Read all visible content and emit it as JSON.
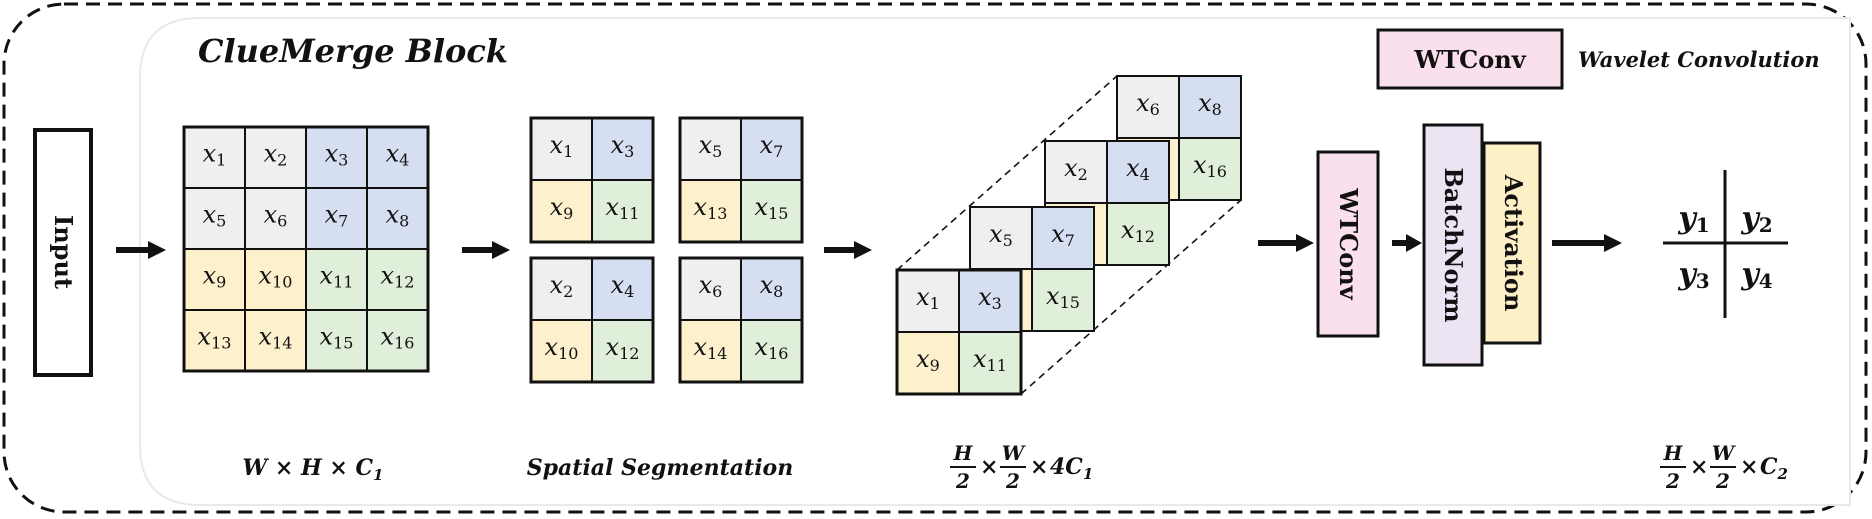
{
  "title": "ClueMerge Block",
  "legend": {
    "box_label": "WTConv",
    "description": "Wavelet Convolution"
  },
  "input_label": "Input",
  "grid_cells": [
    "x1",
    "x2",
    "x3",
    "x4",
    "x5",
    "x6",
    "x7",
    "x8",
    "x9",
    "x10",
    "x11",
    "x12",
    "x13",
    "x14",
    "x15",
    "x16"
  ],
  "groups": [
    {
      "name": "top-left",
      "cells": [
        1,
        3,
        9,
        11
      ]
    },
    {
      "name": "top-right",
      "cells": [
        5,
        7,
        13,
        15
      ]
    },
    {
      "name": "bottom-left",
      "cells": [
        2,
        4,
        10,
        12
      ]
    },
    {
      "name": "bottom-right",
      "cells": [
        6,
        8,
        14,
        16
      ]
    }
  ],
  "stack_front": [
    1,
    3,
    9,
    11
  ],
  "stack_layers": [
    [
      5,
      7,
      null,
      15
    ],
    [
      2,
      4,
      null,
      12
    ],
    [
      6,
      8,
      null,
      16
    ]
  ],
  "stages": {
    "wtconv": "WTConv",
    "batchnorm": "BatchNorm",
    "activation": "Activation"
  },
  "outputs": [
    "y1",
    "y2",
    "y3",
    "y4"
  ],
  "captions": {
    "input_dims": "W × H × C1",
    "segmentation": "Spatial Segmentation",
    "stacked_dims": "H/2 × W/2 × 4C1",
    "output_dims": "H/2 × W/2 × C2"
  },
  "colors": {
    "gray": "#efefef",
    "blue": "#d6dff2",
    "yellow": "#fdf0cd",
    "green": "#e0efd9",
    "pink": "#f9e0ec",
    "lavender": "#ece4f2",
    "cream": "#fdf0c6"
  }
}
